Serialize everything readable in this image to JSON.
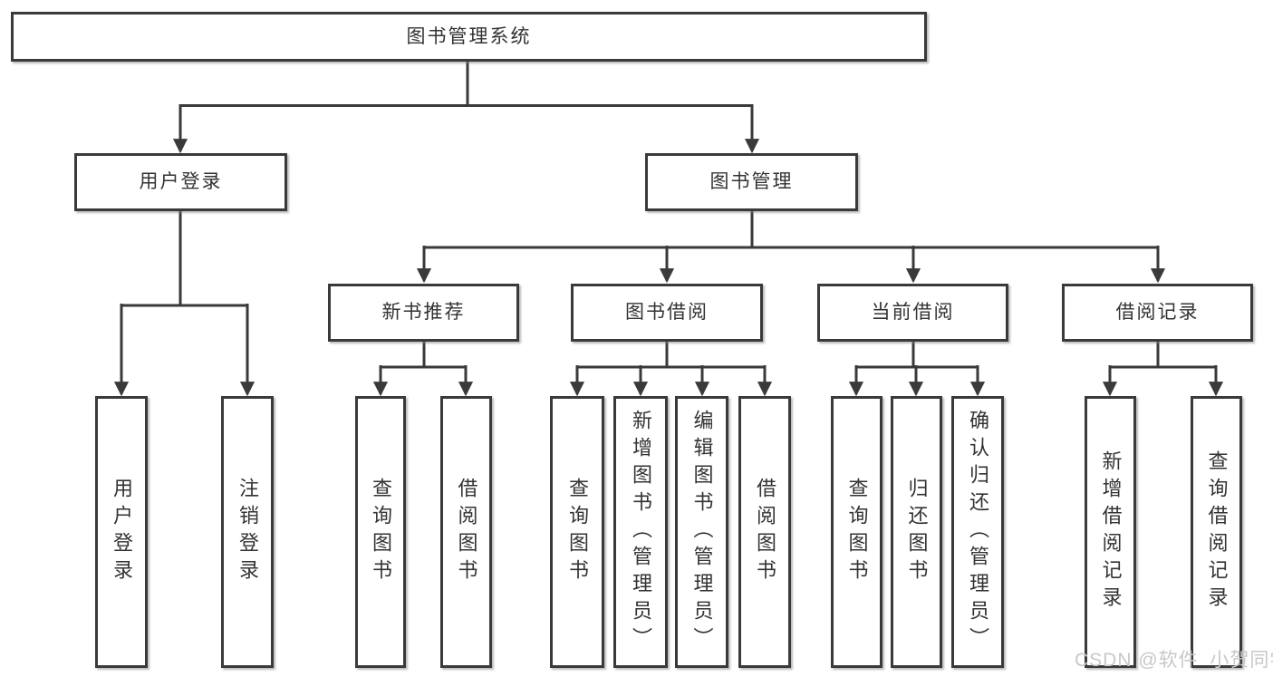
{
  "colors": {
    "line": "#3a3a3a",
    "text": "#333333",
    "background": "#ffffff",
    "watermark": "#c8c8c8"
  },
  "watermark": {
    "text": "CSDN @软件_小贺同学"
  },
  "tree": {
    "root": {
      "label": "图书管理系统",
      "children": [
        {
          "label": "用户登录",
          "children": [
            {
              "label": "用户登录"
            },
            {
              "label": "注销登录"
            }
          ]
        },
        {
          "label": "图书管理",
          "children": [
            {
              "label": "新书推荐",
              "children": [
                {
                  "label": "查询图书"
                },
                {
                  "label": "借阅图书"
                }
              ]
            },
            {
              "label": "图书借阅",
              "children": [
                {
                  "label": "查询图书"
                },
                {
                  "label": "新增图书（管理员）"
                },
                {
                  "label": "编辑图书（管理员）"
                },
                {
                  "label": "借阅图书"
                }
              ]
            },
            {
              "label": "当前借阅",
              "children": [
                {
                  "label": "查询图书"
                },
                {
                  "label": "归还图书"
                },
                {
                  "label": "确认归还（管理员）"
                }
              ]
            },
            {
              "label": "借阅记录",
              "children": [
                {
                  "label": "新增借阅记录"
                },
                {
                  "label": "查询借阅记录"
                }
              ]
            }
          ]
        }
      ]
    }
  }
}
